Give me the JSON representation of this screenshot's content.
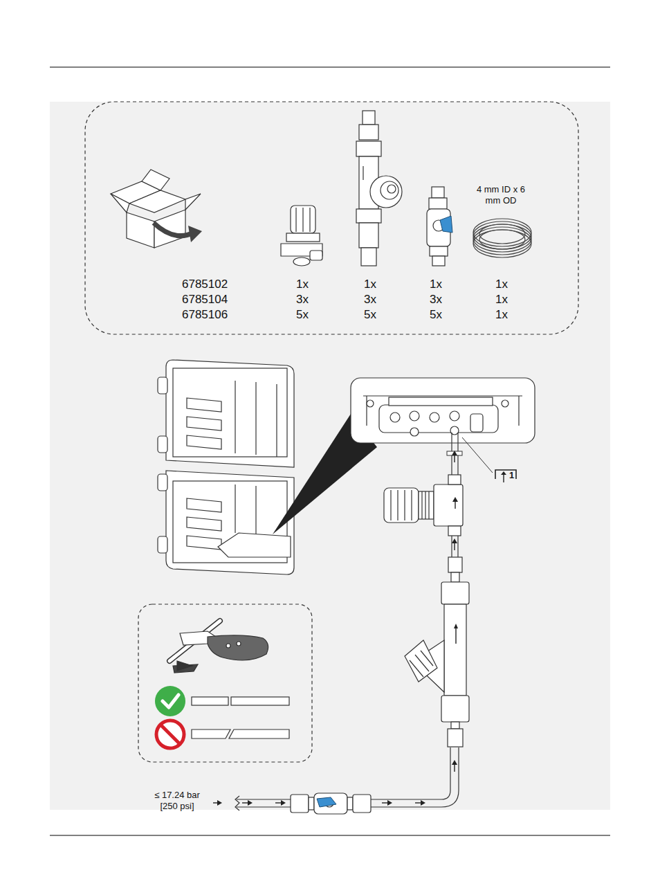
{
  "diagram": {
    "labels": [
      "4 mm ID x 6 mm OD",
      "6785102",
      "1x",
      "1x",
      "1x",
      "1x",
      "6785104",
      "3x",
      "3x",
      "3x",
      "1x",
      "6785106",
      "5x",
      "5x",
      "5x",
      "1x",
      "1",
      "≤ 17.24 bar [250 psi]"
    ]
  }
}
